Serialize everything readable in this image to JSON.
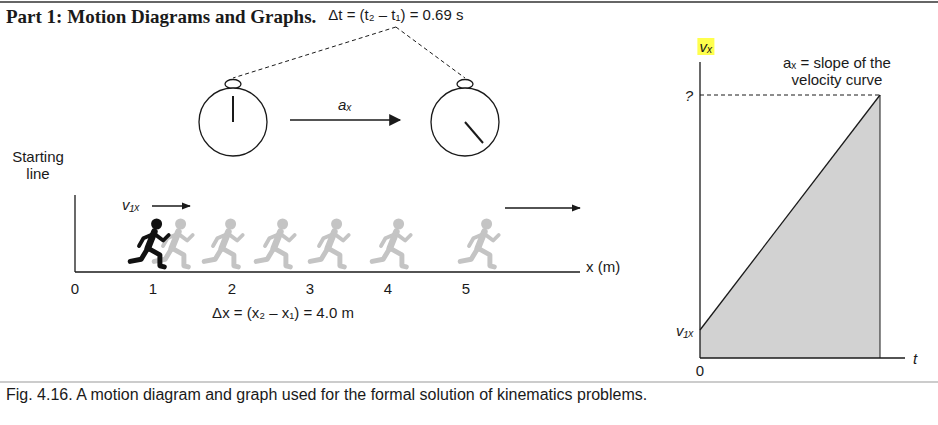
{
  "diagram": {
    "title": "Part 1: Motion Diagrams and Graphs.",
    "caption": "Fig. 4.16. A motion diagram and graph used for the formal solution of kinematics problems.",
    "labels": [
      "Δt = (t₂ – t₁) = 0.69 s",
      "aₓ",
      "Starting line",
      "v₁ₓ",
      "0",
      "1",
      "2",
      "3",
      "4",
      "5",
      "x (m)",
      "Δx = (x₂ – x₁) = 4.0 m",
      "vₓ",
      "aₓ = slope of the velocity curve",
      "?",
      "v₁ₓ",
      "0",
      "t"
    ]
  }
}
